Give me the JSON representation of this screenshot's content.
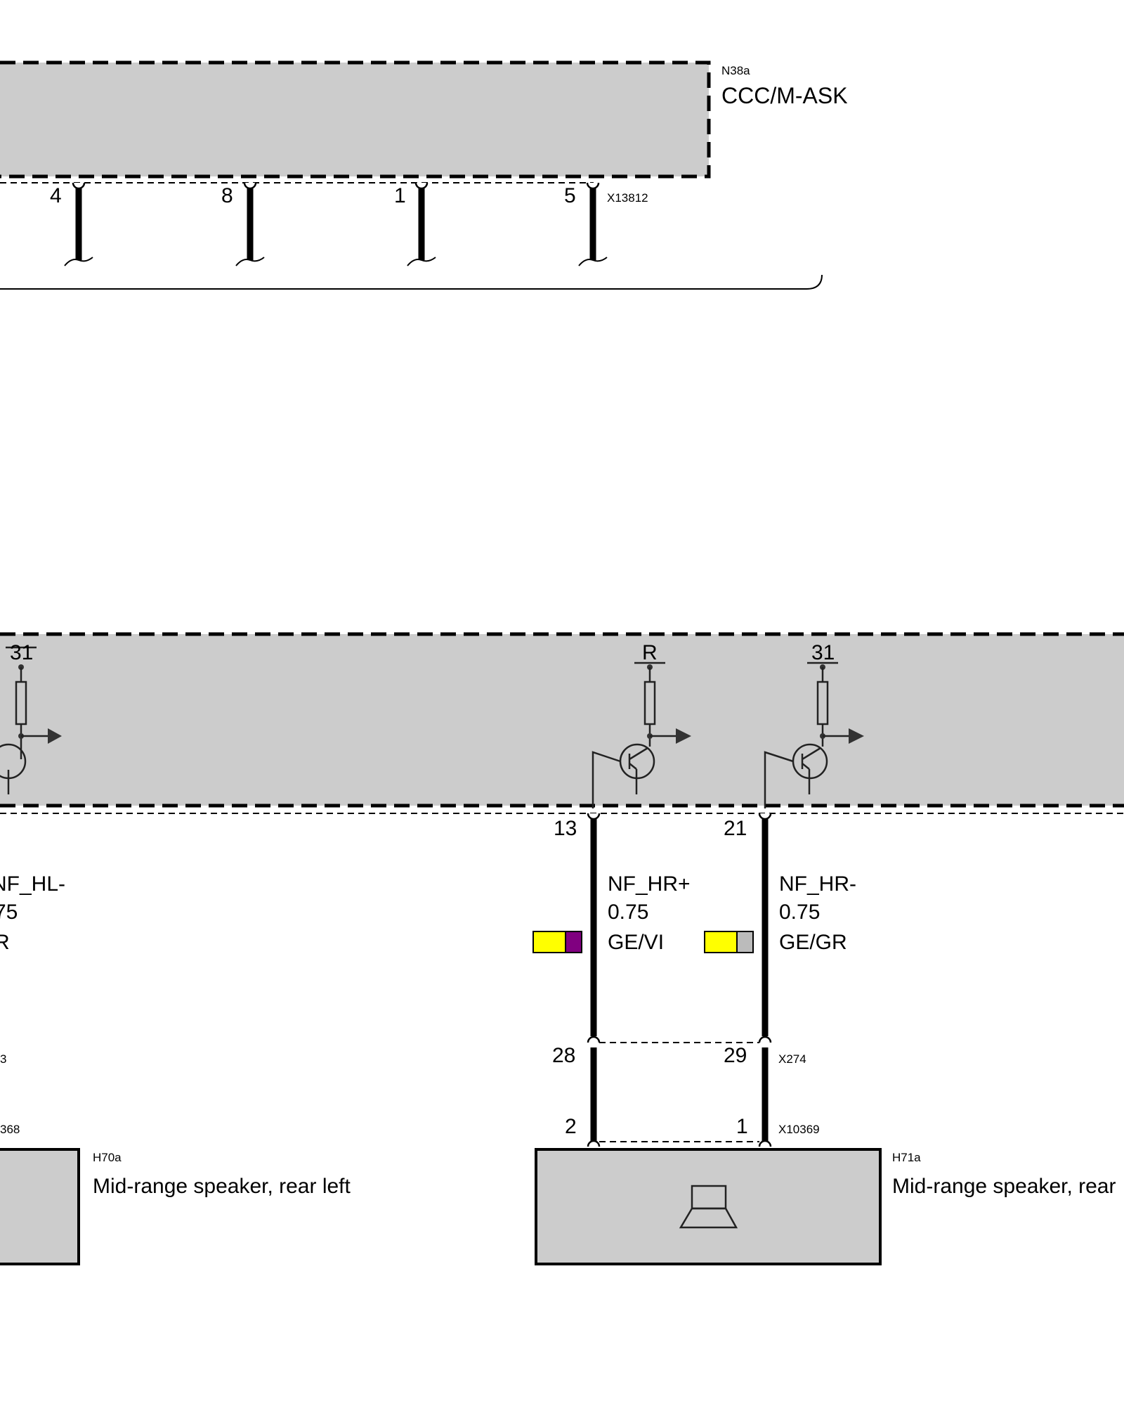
{
  "module_top": {
    "ref": "N38a",
    "name": "CCC/M-ASK",
    "connector": "X13812",
    "pins": [
      "4",
      "8",
      "1",
      "5"
    ]
  },
  "module_mid": {
    "supply_labels": [
      "31",
      "R",
      "31"
    ]
  },
  "wires": [
    {
      "signal": "NF_HL-",
      "gauge": "75",
      "color_code": "R"
    },
    {
      "pin_top": "13",
      "pin_mid": "28",
      "pin_bottom": "2",
      "signal": "NF_HR+",
      "gauge": "0.75",
      "color_code": "GE/VI",
      "swatch": [
        "#ffff00",
        "#800080"
      ]
    },
    {
      "pin_top": "21",
      "pin_mid": "29",
      "pin_bottom": "1",
      "signal": "NF_HR-",
      "gauge": "0.75",
      "color_code": "GE/GR",
      "swatch": [
        "#ffff00",
        "#bbbbbb"
      ]
    }
  ],
  "connectors": {
    "left_mid": "3",
    "left_bottom": "368",
    "right_mid": "X274",
    "right_bottom": "X10369"
  },
  "speakers": [
    {
      "ref": "H70a",
      "name": "Mid-range speaker, rear left"
    },
    {
      "ref": "H71a",
      "name": "Mid-range speaker, rear"
    }
  ]
}
